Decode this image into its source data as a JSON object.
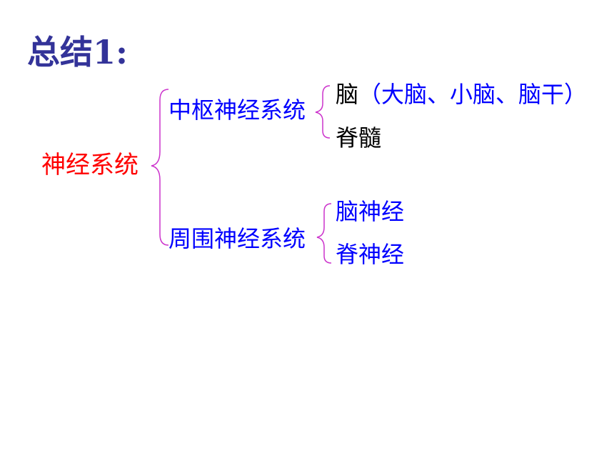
{
  "slide": {
    "title": "总结1:"
  },
  "tree": {
    "root": "神经系统",
    "central": {
      "label": "中枢神经系统",
      "children": {
        "brain_prefix": "脑",
        "brain_parts": "（大脑、小脑、脑干）",
        "spinal_cord": "脊髓"
      }
    },
    "peripheral": {
      "label": "周围神经系统",
      "children": {
        "cranial_nerves": "脑神经",
        "spinal_nerves": "脊神经"
      }
    }
  },
  "colors": {
    "title": "#333399",
    "root": "#ff0000",
    "branch": "#0000ff",
    "leaf_black": "#000000",
    "bracket": "#cc33cc"
  }
}
